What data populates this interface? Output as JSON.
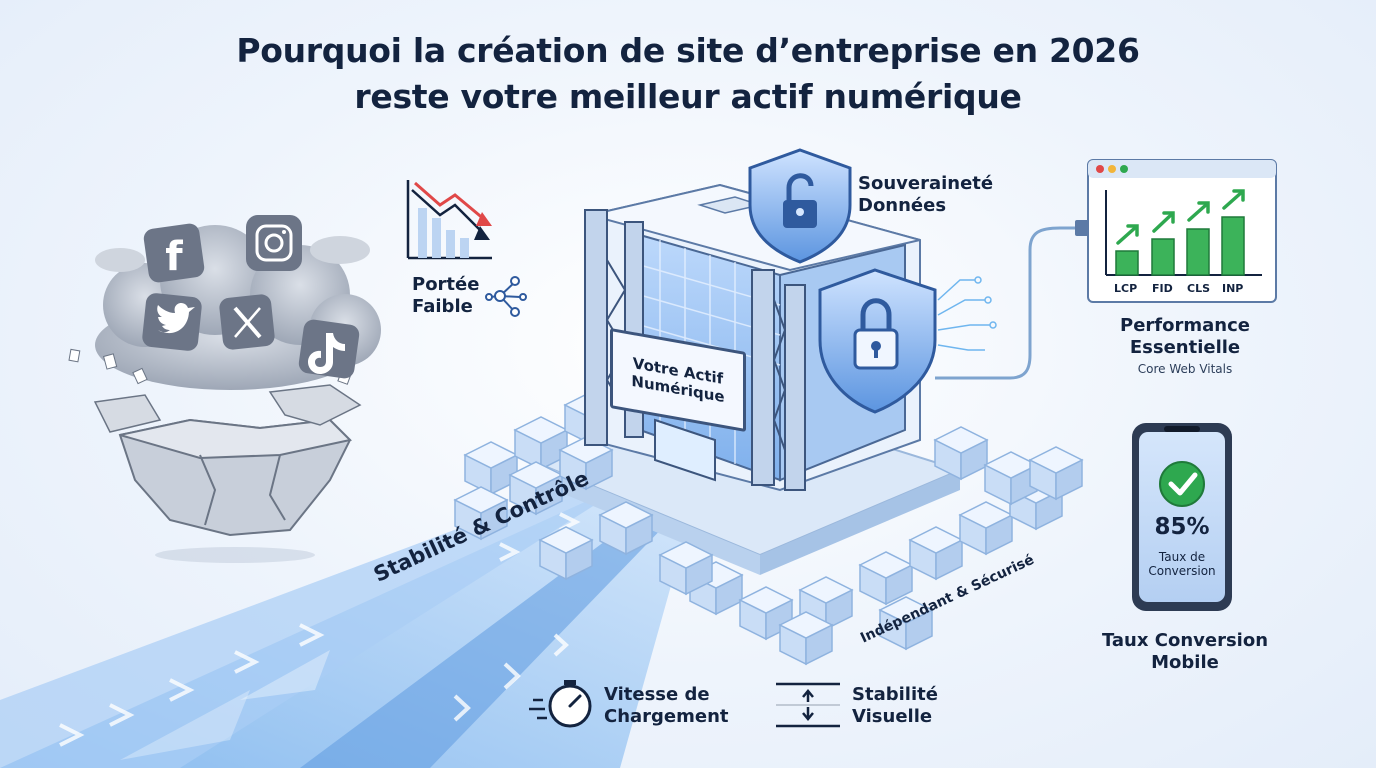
{
  "title": {
    "line1": "Pourquoi la création de site d’entreprise en 2026",
    "line2": "reste votre meilleur actif numérique"
  },
  "labels": {
    "portee": [
      "Portée",
      "Faible"
    ],
    "souverainete": [
      "Souveraineté",
      "Données"
    ],
    "sign": [
      "Votre Actif",
      "Numérique"
    ],
    "performance": [
      "Performance",
      "Essentielle"
    ],
    "performance_sub": "Core Web Vitals",
    "metrics": [
      "LCP",
      "FID",
      "CLS",
      "INP"
    ],
    "phone_value": "85%",
    "phone_caption": [
      "Taux de",
      "Conversion"
    ],
    "taux_mobile": [
      "Taux Conversion",
      "Mobile"
    ],
    "stabilite_controle": "Stabilité & Contrôle",
    "independant": "Indépendant & Sécurisé",
    "vitesse": [
      "Vitesse de",
      "Chargement"
    ],
    "stabilite_visuelle": [
      "Stabilité",
      "Visuelle"
    ]
  },
  "icons": [
    "facebook-icon",
    "instagram-icon",
    "twitter-icon",
    "x-icon",
    "tiktok-icon",
    "padlock-icon",
    "stopwatch-icon",
    "swap-arrows-icon",
    "checkmark-icon",
    "network-icon",
    "trend-down-icon"
  ],
  "colors": {
    "text": "#13233f",
    "accent": "#2e7be0",
    "green": "#2ea84f",
    "red": "#e04848"
  }
}
